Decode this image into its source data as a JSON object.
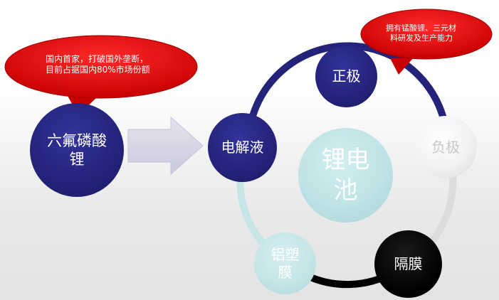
{
  "colors": {
    "navy": "#23237a",
    "light_teal": "#bfe3e6",
    "white_node": "#f3f3f3",
    "black_node": "#000000",
    "callout_red": "#e00000",
    "arrow_lavender": "#d6d6e8"
  },
  "left_node": {
    "label_line1": "六氟磷酸",
    "label_line2": "锂"
  },
  "left_callout": {
    "line1": "国内首家，打破国外垄断，",
    "line2": "目前占据国内80%市场份额"
  },
  "right_callout": {
    "line1": "拥有锰酸锂、三元材",
    "line2": "料研发及生产能力"
  },
  "cycle": {
    "center": {
      "line1": "锂电",
      "line2": "池"
    },
    "electrolyte": "电解液",
    "cathode": "正极",
    "anode": "负极",
    "separator": "隔膜",
    "pouch": {
      "line1": "铝塑",
      "line2": "膜"
    }
  }
}
